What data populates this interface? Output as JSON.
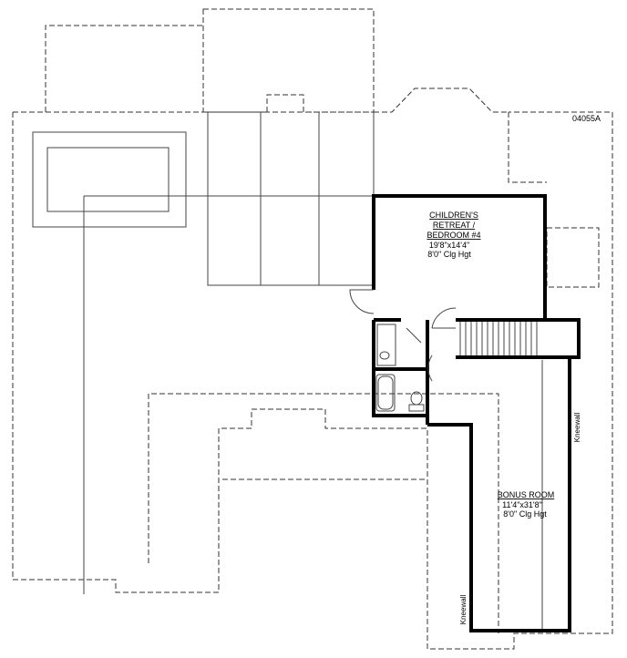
{
  "plan_id": "04055A",
  "rooms": {
    "childrens_retreat": {
      "name_line1": "CHILDREN'S",
      "name_line2": "RETREAT /",
      "name_line3": "BEDROOM #4",
      "dimensions": "19'8\"x14'4\"",
      "ceiling": "8'0\" Clg Hgt"
    },
    "bonus_room": {
      "name": "BONUS ROOM",
      "dimensions": "11'4\"x31'8\"",
      "ceiling": "8'0\" Clg Hgt"
    }
  },
  "kneewall_right": "Kneewall",
  "kneewall_left": "Kneewall"
}
